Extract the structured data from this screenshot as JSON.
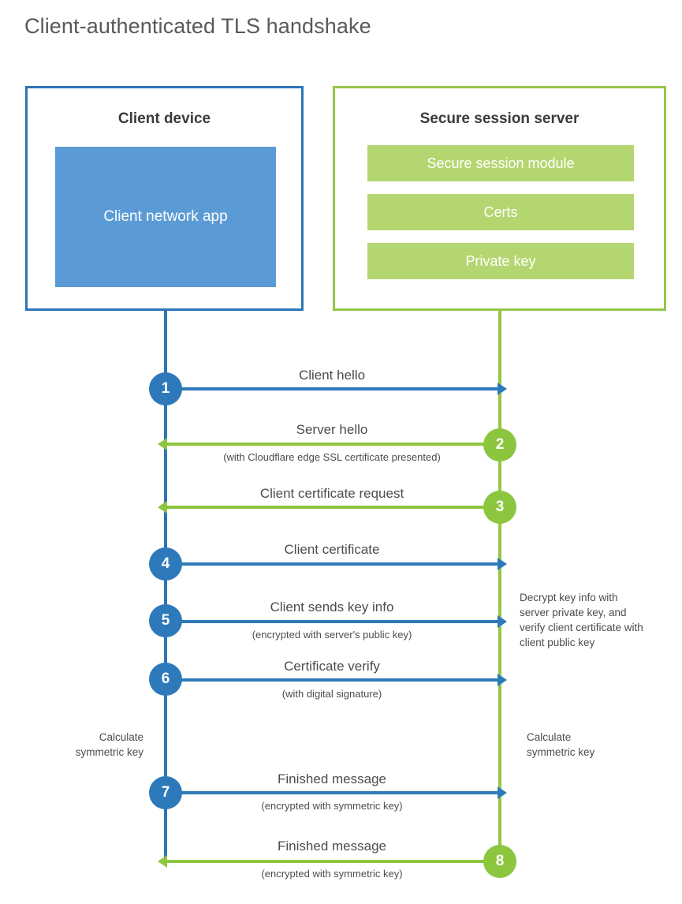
{
  "title": "Client-authenticated TLS handshake",
  "colors": {
    "client_border": "#2e75b6",
    "client_fill": "#5b9bd5",
    "server_border": "#94c747",
    "server_fill": "#b4d671",
    "arrow_blue": "#2e79ba",
    "arrow_green": "#8cc63f",
    "text": "#4c4c4e",
    "title_text": "#58595b"
  },
  "parties": {
    "client": {
      "title": "Client device",
      "blocks": [
        {
          "label": "Client network app"
        }
      ]
    },
    "server": {
      "title": "Secure session server",
      "blocks": [
        {
          "label": "Secure session module"
        },
        {
          "label": "Certs"
        },
        {
          "label": "Private key"
        }
      ]
    }
  },
  "steps": [
    {
      "number": "1",
      "label": "Client hello",
      "sublabel": "",
      "direction": "client-to-server",
      "color": "blue"
    },
    {
      "number": "2",
      "label": "Server hello",
      "sublabel": "(with Cloudflare edge SSL certificate presented)",
      "direction": "server-to-client",
      "color": "green"
    },
    {
      "number": "3",
      "label": "Client certificate request",
      "sublabel": "",
      "direction": "server-to-client",
      "color": "green"
    },
    {
      "number": "4",
      "label": "Client certificate",
      "sublabel": "",
      "direction": "client-to-server",
      "color": "blue"
    },
    {
      "number": "5",
      "label": "Client sends key info",
      "sublabel": "(encrypted with server's public key)",
      "direction": "client-to-server",
      "color": "blue"
    },
    {
      "number": "6",
      "label": "Certificate verify",
      "sublabel": "(with digital signature)",
      "direction": "client-to-server",
      "color": "blue"
    },
    {
      "number": "7",
      "label": "Finished message",
      "sublabel": "(encrypted with symmetric key)",
      "direction": "client-to-server",
      "color": "blue"
    },
    {
      "number": "8",
      "label": "Finished message",
      "sublabel": "(encrypted with symmetric key)",
      "direction": "server-to-client",
      "color": "green"
    }
  ],
  "annotations": {
    "server_decrypt": "Decrypt key info with server private key, and verify client certificate with client public key",
    "client_calc_line1": "Calculate",
    "client_calc_line2": "symmetric key",
    "server_calc_line1": "Calculate",
    "server_calc_line2": "symmetric key"
  }
}
